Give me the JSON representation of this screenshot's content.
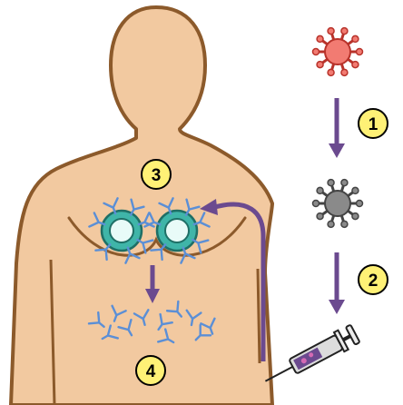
{
  "steps": [
    {
      "label": "1"
    },
    {
      "label": "2"
    },
    {
      "label": "3"
    },
    {
      "label": "4"
    }
  ],
  "icons": {
    "active_virus": "virus-icon",
    "inactivated_virus": "inactivated-virus-icon",
    "vaccine": "syringe-icon",
    "immune_cell": "b-cell-icon",
    "antibody": "antibody-icon"
  },
  "colors": {
    "skin": "#f2c9a0",
    "outline": "#8c5a2b",
    "arrow": "#6b4a8f",
    "label_fill": "#fff176",
    "virus_active": "#f27b72",
    "virus_active_outline": "#b8322a",
    "virus_inactive": "#8a8a8a",
    "cell": "#3fb5a8",
    "antibody": "#5b8fd6"
  }
}
